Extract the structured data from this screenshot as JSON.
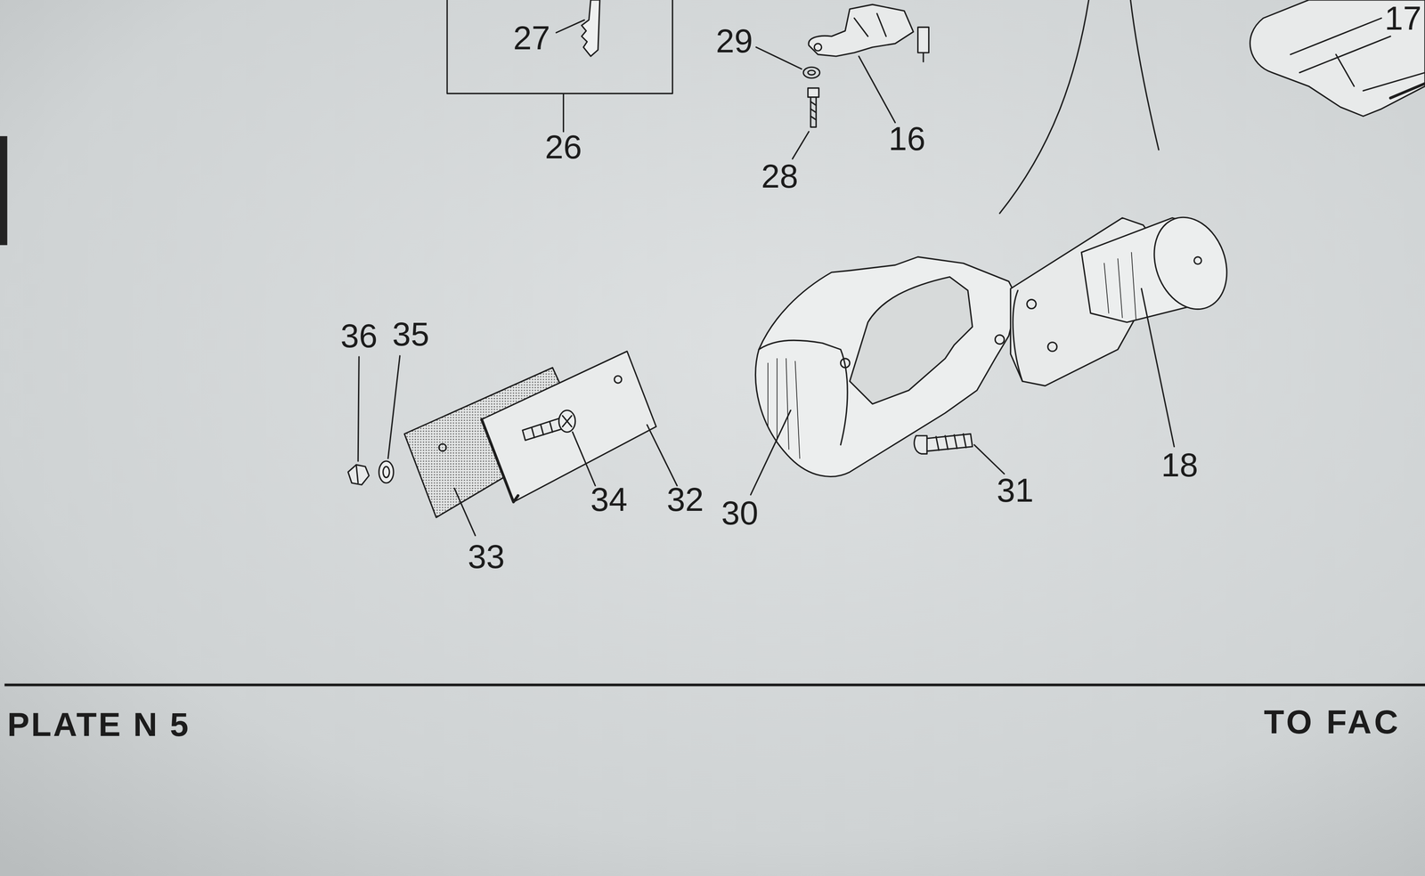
{
  "diagram": {
    "caption": "PLATE N 5",
    "labels": [
      "27",
      "29",
      "26",
      "16",
      "28",
      "17",
      "36",
      "35",
      "34",
      "32",
      "30",
      "33",
      "31",
      "18",
      "TO FAC"
    ]
  }
}
